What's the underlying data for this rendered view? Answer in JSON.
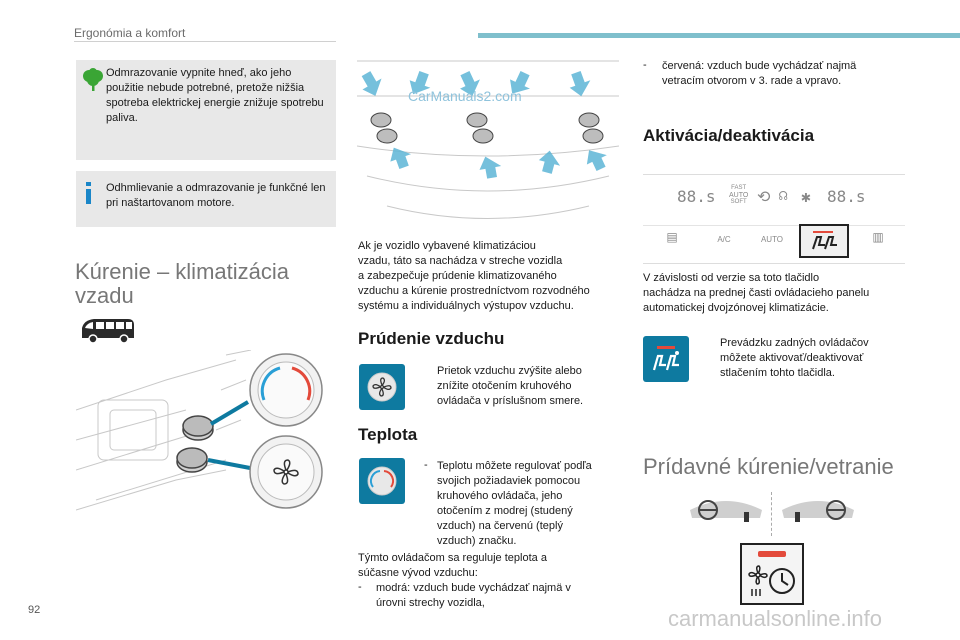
{
  "header": {
    "section": "Ergonómia a komfort"
  },
  "page_number": "92",
  "notes": {
    "eco": "Odmrazovanie vypnite hneď, ako jeho použitie nebude potrebné, pretože nižšia spotreba elektrickej energie znižuje spotrebu paliva.",
    "info": "Odhmlievanie a odmrazovanie je funkčné len pri naštartovanom motore."
  },
  "rear_heating": {
    "title_line1": "Kúrenie – klimatizácia",
    "title_line2": "vzadu"
  },
  "intro": {
    "lines": [
      "Ak je vozidlo vybavené klimatizáciou",
      "vzadu, táto sa nachádza v streche vozidla",
      "a zabezpečuje prúdenie klimatizovaného",
      "vzduchu a kúrenie prostredníctvom rozvodného",
      "systému a individuálnych výstupov vzduchu."
    ]
  },
  "airflow": {
    "title": "Prúdenie vzduchu",
    "bullet": "",
    "lines": [
      "Prietok vzduchu zvýšite alebo",
      "znížite otočením kruhového",
      "ovládača v príslušnom smere."
    ]
  },
  "temperature": {
    "title": "Teplota",
    "bullet": "-",
    "lines": [
      "Teplotu môžete regulovať podľa",
      "svojich požiadaviek pomocou",
      "kruhového ovládača, jeho",
      "otočením z modrej (studený",
      "vzduch) na červenú (teplý",
      "vzduch) značku."
    ],
    "para_lines": [
      "Týmto ovládačom sa reguluje teplota a",
      "súčasne vývod vzduchu:"
    ],
    "dash": "-",
    "blue_lines": [
      "modrá: vzduch bude vychádzať najmä v",
      "úrovni strechy vozidla,"
    ],
    "red_lines": [
      "červená: vzduch bude vychádzať najmä",
      "vetracím otvorom v 3. rade a vpravo."
    ]
  },
  "activation": {
    "title": "Aktivácia/deaktivácia",
    "panel": {
      "temp_left": "88.s",
      "temp_right": "88.s",
      "fast": "FAST",
      "auto": "AUTO",
      "soft": "SOFT",
      "ac": "A/C",
      "auto_btn": "AUTO"
    },
    "lines": [
      "V závislosti od verzie sa toto tlačidlo",
      "nachádza na prednej časti ovládacieho panelu",
      "automatickej dvojzónovej klimatizácie."
    ],
    "bullet": "",
    "bullet_lines": [
      "Prevádzku zadných ovládačov",
      "môžete aktivovať/deaktivovať",
      "stlačením tohto tlačidla."
    ]
  },
  "extra_heating": {
    "title": "Prídavné kúrenie/vetranie"
  },
  "watermarks": {
    "inline": "CarManuals2.com",
    "footer": "carmanualsonline.info"
  },
  "colors": {
    "accent": "#0e7aa0",
    "header_bar": "#7fbfcc",
    "note_bg": "#e8e8e8",
    "eco_green": "#3aa535",
    "info_blue": "#1a86c8",
    "cold": "#2a9fd6",
    "hot": "#e34a3b"
  }
}
